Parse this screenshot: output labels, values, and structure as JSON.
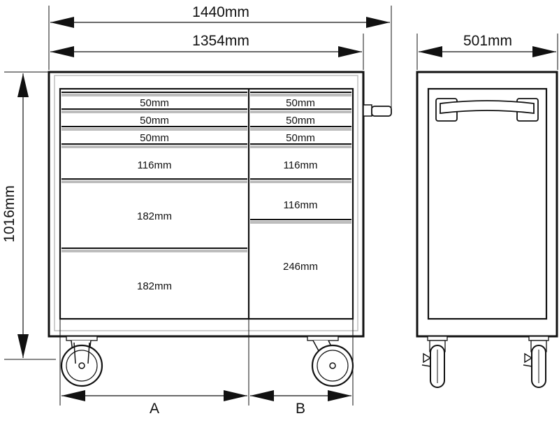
{
  "dimensions": {
    "overall_width": "1440mm",
    "body_width": "1354mm",
    "depth": "501mm",
    "height": "1016mm",
    "section_a": "A",
    "section_b": "B"
  },
  "left_drawers": [
    "50mm",
    "50mm",
    "50mm",
    "116mm",
    "182mm",
    "182mm"
  ],
  "right_drawers": [
    "50mm",
    "50mm",
    "50mm",
    "116mm",
    "116mm",
    "246mm"
  ],
  "colors": {
    "line": "#111111",
    "cabinet_fill": "#ffffff",
    "shadow": "#bdbdbd"
  }
}
